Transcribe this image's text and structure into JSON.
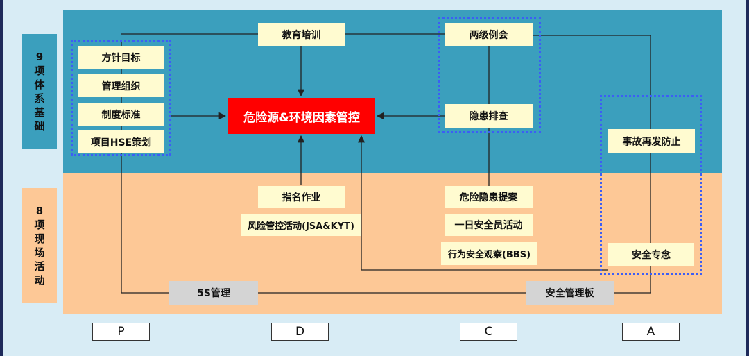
{
  "bands": {
    "top_label": "9\n项\n体\n系\n基\n础",
    "bottom_label": "8\n项\n现\n场\n活\n动"
  },
  "center": "危险源&环境因素管控",
  "left_group": [
    "方针目标",
    "管理组织",
    "制度标准",
    "项目HSE策划"
  ],
  "top_items": {
    "education": "教育培训",
    "meeting": "两级例会",
    "hidden_danger": "隐患排查",
    "accident": "事故再发防止"
  },
  "bottom_items": {
    "designated_work": "指名作业",
    "risk_control": "风险管控活动(JSA&KYT)",
    "hazard_proposal": "危险隐患提案",
    "daily_safety": "一日安全员活动",
    "bbs": "行为安全观察(BBS)",
    "safety_topic": "安全专念",
    "five_s": "5S管理",
    "safety_board": "安全管理板"
  },
  "pdca": [
    "P",
    "D",
    "C",
    "A"
  ],
  "colors": {
    "top_band": "#3b9fbd",
    "bottom_band": "#fdc896",
    "center_box": "#ff0000",
    "item_box": "#fffbd0",
    "gray_box": "#d4d4d4",
    "dotted_outline": "#3c5ef5"
  }
}
